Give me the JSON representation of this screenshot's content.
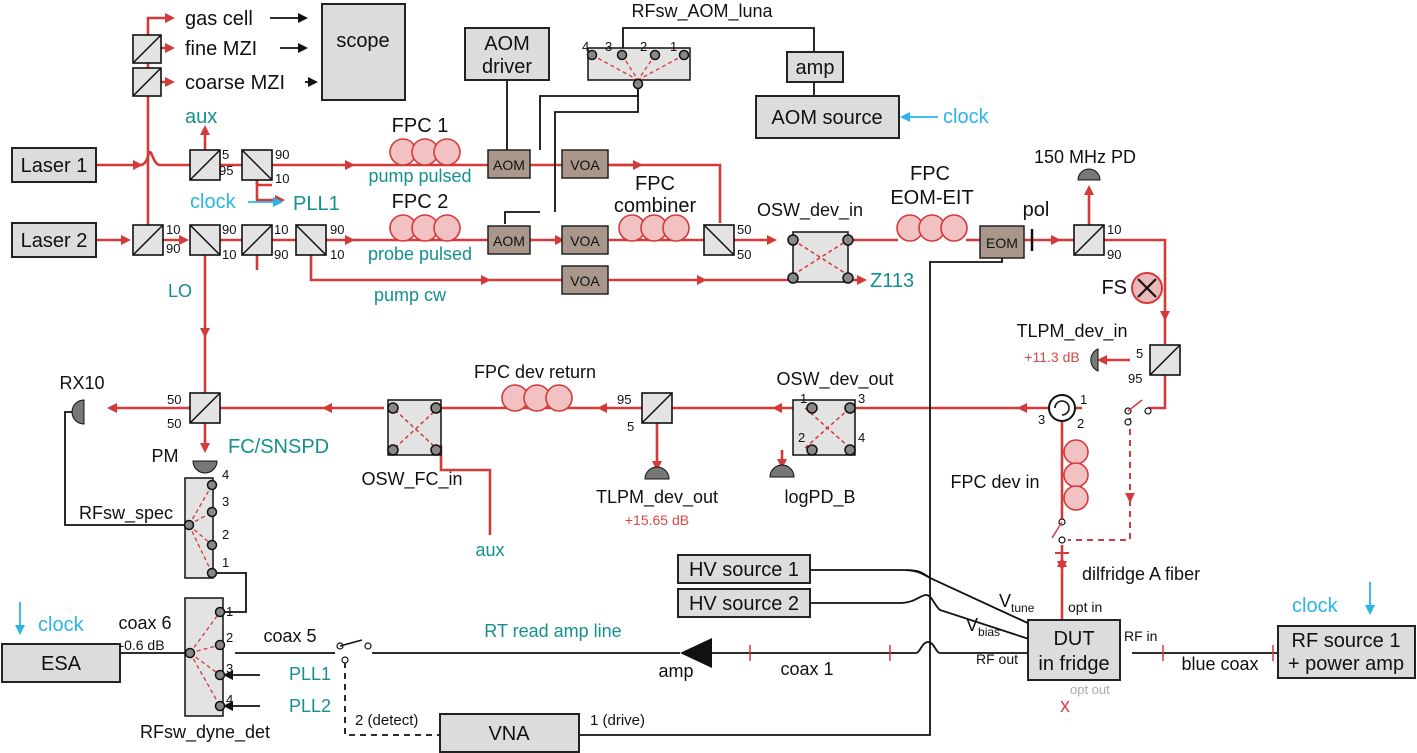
{
  "colors": {
    "fiber": "#d33a3a",
    "electrical": "#111111",
    "clock": "#2ab4ea",
    "teal_text": "#14908e",
    "box_fill": "#dcdcdc",
    "modulator_fill": "#a8978a"
  },
  "boxes": {
    "scope": "scope",
    "aom_driver_1": "AOM",
    "aom_driver_2": "driver",
    "amp_top": "amp",
    "aom_source": "AOM source",
    "laser1": "Laser 1",
    "laser2": "Laser 2",
    "esa": "ESA",
    "vna": "VNA",
    "hv1": "HV source 1",
    "hv2": "HV source 2",
    "dut_1": "DUT",
    "dut_2": "in fridge",
    "rf_source_1": "RF source 1",
    "rf_source_2": "+ power amp"
  },
  "modulators": {
    "aom": "AOM",
    "voa": "VOA",
    "eom": "EOM"
  },
  "labels": {
    "gas_cell": "gas cell",
    "fine_mzi": "fine MZI",
    "coarse_mzi": "coarse MZI",
    "rfsw_aom_luna": "RFsw_AOM_luna",
    "clock": "clock",
    "aux": "aux",
    "pll1": "PLL1",
    "pll2": "PLL2",
    "fpc1": "FPC 1",
    "fpc2": "FPC 2",
    "pump_pulsed": "pump pulsed",
    "probe_pulsed": "probe pulsed",
    "pump_cw": "pump cw",
    "fpc_combiner_1": "FPC",
    "fpc_combiner_2": "combiner",
    "osw_dev_in": "OSW_dev_in",
    "fpc_eom_1": "FPC",
    "fpc_eom_2": "EOM-EIT",
    "pol": "pol",
    "pd150": "150 MHz PD",
    "z113": "Z113",
    "fs": "FS",
    "lo": "LO",
    "tlpm_dev_in": "TLPM_dev_in",
    "tlpm_dev_in_val": "+11.3 dB",
    "rx10": "RX10",
    "pm": "PM",
    "fc_snspd": "FC/SNSPD",
    "osw_fc_in": "OSW_FC_in",
    "fpc_dev_return": "FPC dev return",
    "tlpm_dev_out": "TLPM_dev_out",
    "tlpm_dev_out_val": "+15.65 dB",
    "osw_dev_out": "OSW_dev_out",
    "logpd_b": "logPD_B",
    "fpc_dev_in": "FPC dev in",
    "dilfridge": "dilfridge A fiber",
    "rfsw_spec": "RFsw_spec",
    "rfsw_dyne_det": "RFsw_dyne_det",
    "coax6": "coax 6",
    "coax6_loss": "-0.6 dB",
    "coax5": "coax 5",
    "coax1": "coax 1",
    "rt_read_amp_line": "RT read amp line",
    "amp": "amp",
    "v_tune": "V",
    "v_tune_sub": "tune",
    "v_bias": "V",
    "v_bias_sub": "bias",
    "opt_in": "opt in",
    "rf_out": "RF out",
    "rf_in": "RF in",
    "opt_out": "opt out",
    "x_mark": "x",
    "blue_coax": "blue coax",
    "detect": "2 (detect)",
    "drive": "1 (drive)"
  },
  "ports": {
    "p5": "5",
    "p95": "95",
    "p90": "90",
    "p10": "10",
    "p50": "50",
    "p1": "1",
    "p2": "2",
    "p3": "3",
    "p4": "4"
  }
}
